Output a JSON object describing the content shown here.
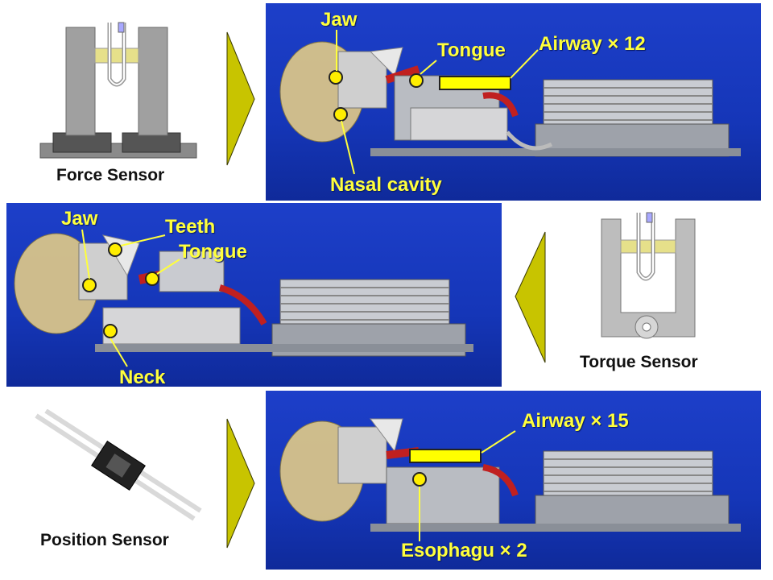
{
  "colors": {
    "panel_blue": "#1536b8",
    "label_yellow": "#ffff3c",
    "arrow_olive": "#c8c400",
    "marker_yellow": "#ffee00"
  },
  "rows": [
    {
      "sensor": {
        "caption": "Force Sensor",
        "icon": "force-sensor-icon"
      },
      "labels": {
        "jaw": "Jaw",
        "tongue": "Tongue",
        "airway": "Airway × 12",
        "nasal": "Nasal cavity"
      }
    },
    {
      "sensor": {
        "caption": "Torque Sensor",
        "icon": "torque-sensor-icon"
      },
      "labels": {
        "jaw": "Jaw",
        "teeth": "Teeth",
        "tongue": "Tongue",
        "neck": "Neck"
      }
    },
    {
      "sensor": {
        "caption": "Position Sensor",
        "icon": "position-sensor-icon"
      },
      "labels": {
        "airway": "Airway × 15",
        "esophagus": "Esophagu × 2"
      }
    }
  ]
}
